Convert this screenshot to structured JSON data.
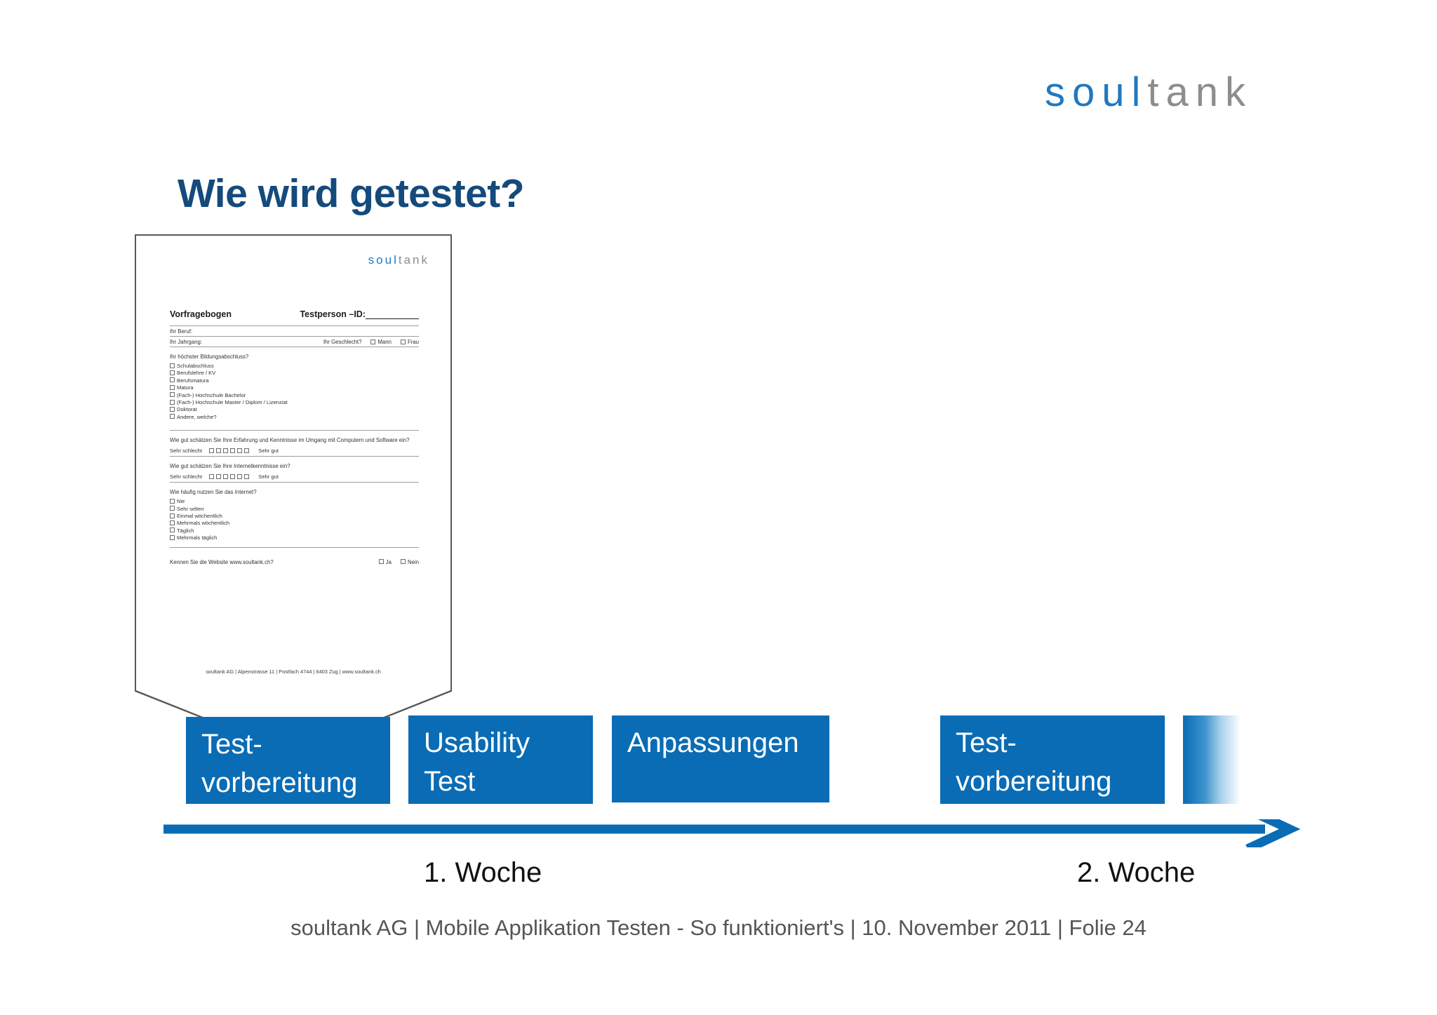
{
  "brand": {
    "logo_part_blue": "soul",
    "logo_part_gray": "tank",
    "blue": "#2079c0",
    "gray": "#8d8d8d"
  },
  "slide": {
    "title": "Wie wird getestet?",
    "title_color": "#144a7c",
    "footer": "soultank AG | Mobile Applikation Testen - So funktioniert's | 10. November 2011 | Folie 24"
  },
  "document": {
    "logo_part_blue": "soul",
    "logo_part_gray": "tank",
    "header_title": "Vorfragebogen",
    "header_id_label": "Testperson –ID:",
    "fields": [
      {
        "label": "Ihr Beruf:",
        "options": []
      },
      {
        "label": "Ihr Jahrgang:",
        "right_label": "Ihr Geschlecht?",
        "options": [
          "Mann",
          "Frau"
        ]
      }
    ],
    "education": {
      "question": "Ihr höchster Bildungsabschluss?",
      "options": [
        "Schulabschluss",
        "Berufslehre / KV",
        "Berufsmatura",
        "Matura",
        "(Fach-) Hochschule Bachelor",
        "(Fach-) Hochschule Master / Diplom / Lizenziat",
        "Doktorat",
        "Andere, welche?"
      ]
    },
    "scales": [
      {
        "question": "Wie gut schätzen Sie Ihre Erfahrung und Kenntnisse im Umgang mit Computern und Software ein?",
        "low_label": "Sehr schlecht",
        "high_label": "Sehr gut",
        "box_count": 6
      },
      {
        "question": "Wie gut schätzen Sie Ihre Internetkenntnisse ein?",
        "low_label": "Sehr schlecht",
        "high_label": "Sehr gut",
        "box_count": 6
      }
    ],
    "frequency": {
      "question": "Wie häufig nutzen Sie das Internet?",
      "options": [
        "Nie",
        "Sehr selten",
        "Einmal wöchentlich",
        "Mehrmals wöchentlich",
        "Täglich",
        "Mehrmals täglich"
      ]
    },
    "website": {
      "question": "Kennen Sie die Website www.soultank.ch?",
      "options": [
        "Ja",
        "Nein"
      ]
    },
    "footer": "soultank AG | Alpenstrasse 11 | Postfach 4744 | 6403 Zug | www.soultank.ch"
  },
  "timeline": {
    "bar_color": "#0a6cb4",
    "phases": [
      {
        "label": "Test-\nvorbereitung",
        "line1": "Test-",
        "line2": "vorbereitung"
      },
      {
        "label": "Usability Test",
        "line1": "Usability",
        "line2": "Test"
      },
      {
        "label": "Anpassungen",
        "line1": "Anpassungen",
        "line2": ""
      },
      {
        "label": "Test-\nvorbereitung",
        "line1": "Test-",
        "line2": "vorbereitung"
      },
      {
        "label": "",
        "line1": "",
        "line2": ""
      }
    ],
    "week_labels": [
      "1. Woche",
      "2. Woche"
    ]
  }
}
